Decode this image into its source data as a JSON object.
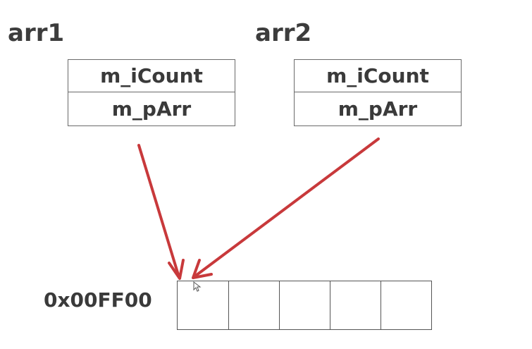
{
  "diagram": {
    "structs": [
      {
        "name": "arr1",
        "fields": [
          "m_iCount",
          "m_pArr"
        ]
      },
      {
        "name": "arr2",
        "fields": [
          "m_iCount",
          "m_pArr"
        ]
      }
    ],
    "memory": {
      "address": "0x00FF00",
      "cell_count": 5
    },
    "arrow_color": "#c8393b",
    "border_color": "#6a6a6a",
    "text_color": "#3a3a3a"
  }
}
